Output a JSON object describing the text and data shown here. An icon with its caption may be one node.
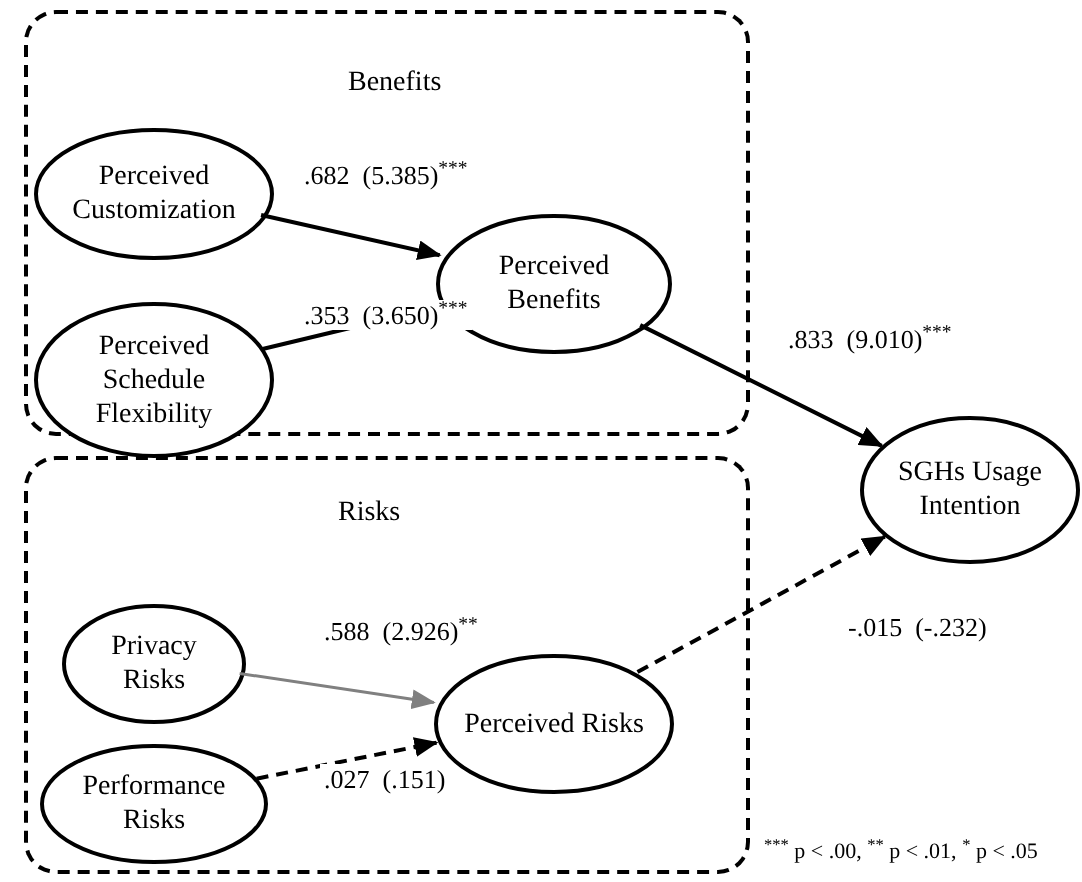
{
  "diagram": {
    "nodes": [
      {
        "text": [
          "Benefits"
        ]
      },
      {
        "text": [
          "Perceived Customization"
        ],
        "in": 0
      },
      {
        "text": [
          "Perceived Schedule Flexibility"
        ],
        "in": 0
      },
      {
        "text": [
          "Perceived Benefits"
        ],
        "in": 0
      },
      {
        "text": [
          "Risks"
        ]
      },
      {
        "text": [
          "Privacy Risks"
        ],
        "in": 4
      },
      {
        "text": [
          "Performance Risks"
        ],
        "in": 4
      },
      {
        "text": [
          "Perceived Risks"
        ],
        "in": 4
      },
      {
        "text": [
          "SGHs Usage Intention"
        ]
      }
    ],
    "edges": [
      {
        "from": 1,
        "to": 3,
        "arrow": "to",
        "label": ".682  (5.385)$^{***}$"
      },
      {
        "from": 2,
        "to": 3,
        "arrow": "to",
        "label": ".353  (3.650)$^{***}$"
      },
      {
        "from": 3,
        "to": 8,
        "arrow": "to",
        "label": ".833  (9.010)$^{***}$"
      },
      {
        "from": 5,
        "to": 7,
        "arrow": "to",
        "label": ".588  (2.926)$^{**}$",
        "color": "#808080"
      },
      {
        "from": 6,
        "to": 7,
        "arrow": "to",
        "label": ".027  (.151)",
        "style": "dashed"
      },
      {
        "from": 7,
        "to": 8,
        "arrow": "to",
        "label": "-.015  (-.232)",
        "style": "dashed"
      }
    ],
    "labels": [
      "$^{***}$ p < .00, $^{**}$ p < .01, $^{*}$ p < .05"
    ]
  }
}
